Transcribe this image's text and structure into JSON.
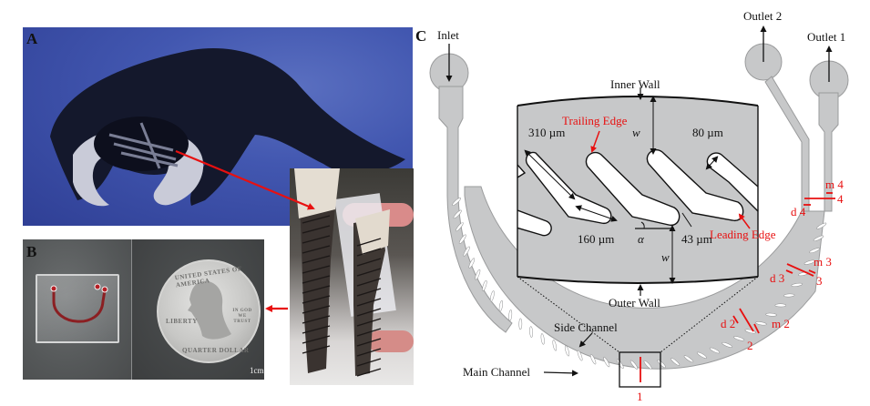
{
  "figure": {
    "panels": {
      "a": {
        "letter": "A",
        "subject": "manta ray (photo)",
        "inset_subject": "excised gill filter plates (photo)"
      },
      "b": {
        "letter": "B",
        "subject": "microfluidic chip next to US quarter (photo)",
        "coin_text": {
          "top": "UNITED STATES OF AMERICA",
          "left": "LIBERTY",
          "right": "IN GOD WE TRUST",
          "bottom": "QUARTER DOLLAR"
        },
        "scale_bar_label": "1cm"
      },
      "c": {
        "letter": "C",
        "ports": {
          "inlet": "Inlet",
          "outlet_1": "Outlet 1",
          "outlet_2": "Outlet 2"
        },
        "channel_labels": {
          "side_channel": "Side Channel",
          "main_channel": "Main Channel"
        },
        "detail_view": {
          "inner_wall": "Inner Wall",
          "outer_wall": "Outer Wall",
          "trailing_edge": "Trailing Edge",
          "leading_edge": "Leading Edge",
          "w_symbol": "w",
          "alpha_symbol": "α",
          "dimensions": {
            "length": "310 µm",
            "short_segment": "160 µm",
            "width": "80 µm",
            "gap": "43 µm"
          }
        },
        "cross_sections": [
          {
            "id": "1",
            "label": "1"
          },
          {
            "id": "2",
            "label": "2",
            "d_label": "d 2",
            "m_label": "m 2"
          },
          {
            "id": "3",
            "label": "3",
            "d_label": "d 3",
            "m_label": "m 3"
          },
          {
            "id": "4",
            "label": "4",
            "d_label": "d 4",
            "m_label": "m 4"
          }
        ]
      }
    },
    "colors": {
      "annotation_red": "#e81010",
      "channel_gray": "#c7c8c9",
      "channel_outline": "#9a9b9c",
      "panel_a_water": "#4257b0"
    }
  }
}
